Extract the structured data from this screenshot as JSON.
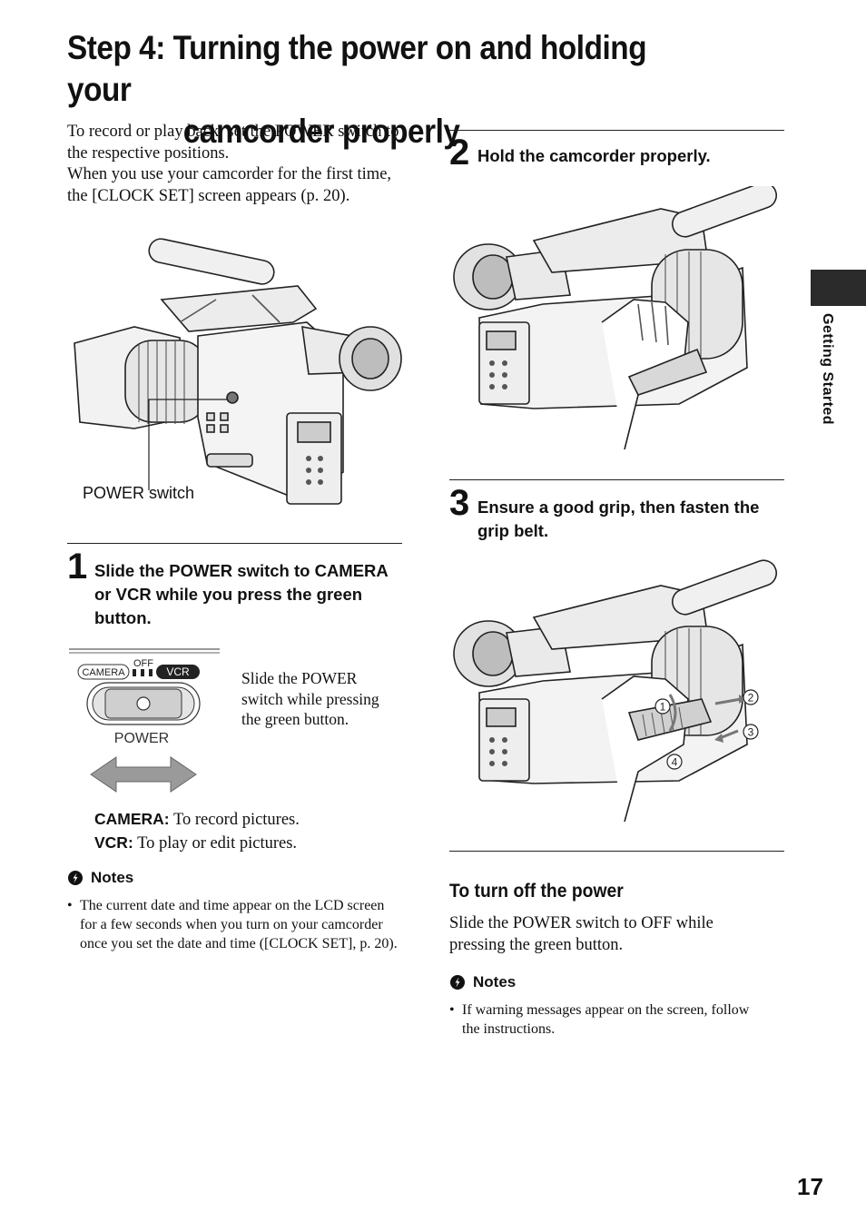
{
  "title": {
    "line1": "Step 4: Turning the power on and holding your",
    "line2": "camcorder properly"
  },
  "intro": {
    "p1": "To record or play back, set the POWER switch to the respective positions.",
    "p2": "When you use your camcorder for the first time, the [CLOCK SET] screen appears (p. 20)."
  },
  "figure1": {
    "callout": "POWER switch"
  },
  "step1": {
    "number": "1",
    "text": "Slide the POWER switch to CAMERA or VCR while you press the green button."
  },
  "switch_diagram": {
    "camera": "CAMERA",
    "off": "OFF",
    "vcr": "VCR",
    "power": "POWER",
    "caption": "Slide the POWER switch while pressing the green button."
  },
  "definitions": [
    {
      "term": "CAMERA:",
      "desc": "To record pictures."
    },
    {
      "term": "VCR:",
      "desc": "To play or edit pictures."
    }
  ],
  "notes_left": {
    "heading": "Notes",
    "items": [
      "The current date and time appear on the LCD screen for a few seconds when you turn on your camcorder once you set the date and time ([CLOCK SET], p. 20)."
    ]
  },
  "step2": {
    "number": "2",
    "text": "Hold the camcorder properly."
  },
  "step3": {
    "number": "3",
    "text": "Ensure a good grip, then fasten the grip belt."
  },
  "grip_labels": [
    "1",
    "2",
    "3",
    "4"
  ],
  "turn_off": {
    "heading": "To turn off the power",
    "text": "Slide the POWER switch to OFF while pressing the green button."
  },
  "notes_right": {
    "heading": "Notes",
    "items": [
      "If warning messages appear on the screen, follow the instructions."
    ]
  },
  "side_tab": {
    "label": "Getting Started"
  },
  "page_number": "17"
}
